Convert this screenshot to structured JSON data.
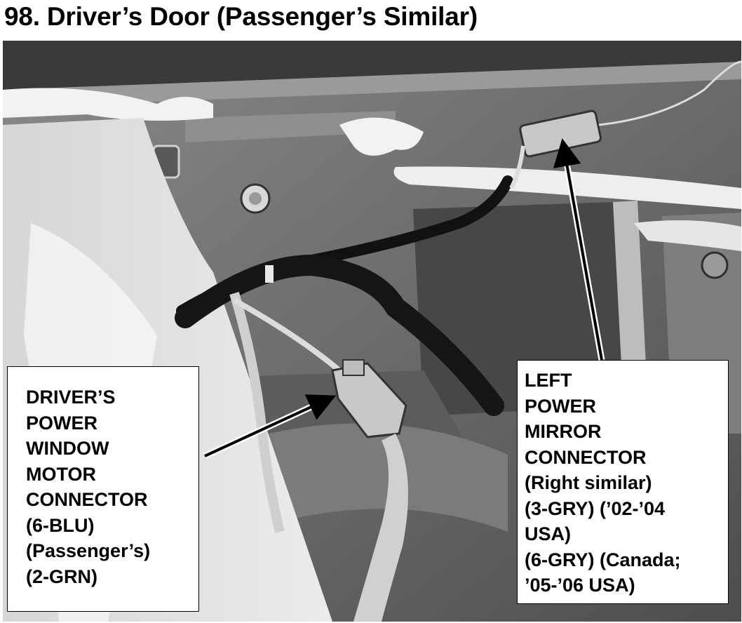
{
  "title": "98. Driver’s Door (Passenger’s Similar)",
  "photo": {
    "description_icon": "door-panel-photo",
    "colors": {
      "metal": "#6f6f6f",
      "metal_light": "#a9a9a9",
      "sealant": "#f2f2f2",
      "harness": "#111111",
      "connector": "#c8c8c8"
    }
  },
  "callouts": {
    "left": {
      "lines": [
        "DRIVER’S",
        "POWER",
        "WINDOW",
        "MOTOR",
        "CONNECTOR",
        "(6-BLU)",
        "(Passenger’s)",
        "(2-GRN)"
      ]
    },
    "right": {
      "lines": [
        "LEFT",
        "POWER",
        "MIRROR",
        "CONNECTOR",
        "(Right similar)",
        "(3-GRY) (’02-’04",
        "USA)",
        "(6-GRY) (Canada;",
        "’05-’06 USA)"
      ]
    }
  }
}
